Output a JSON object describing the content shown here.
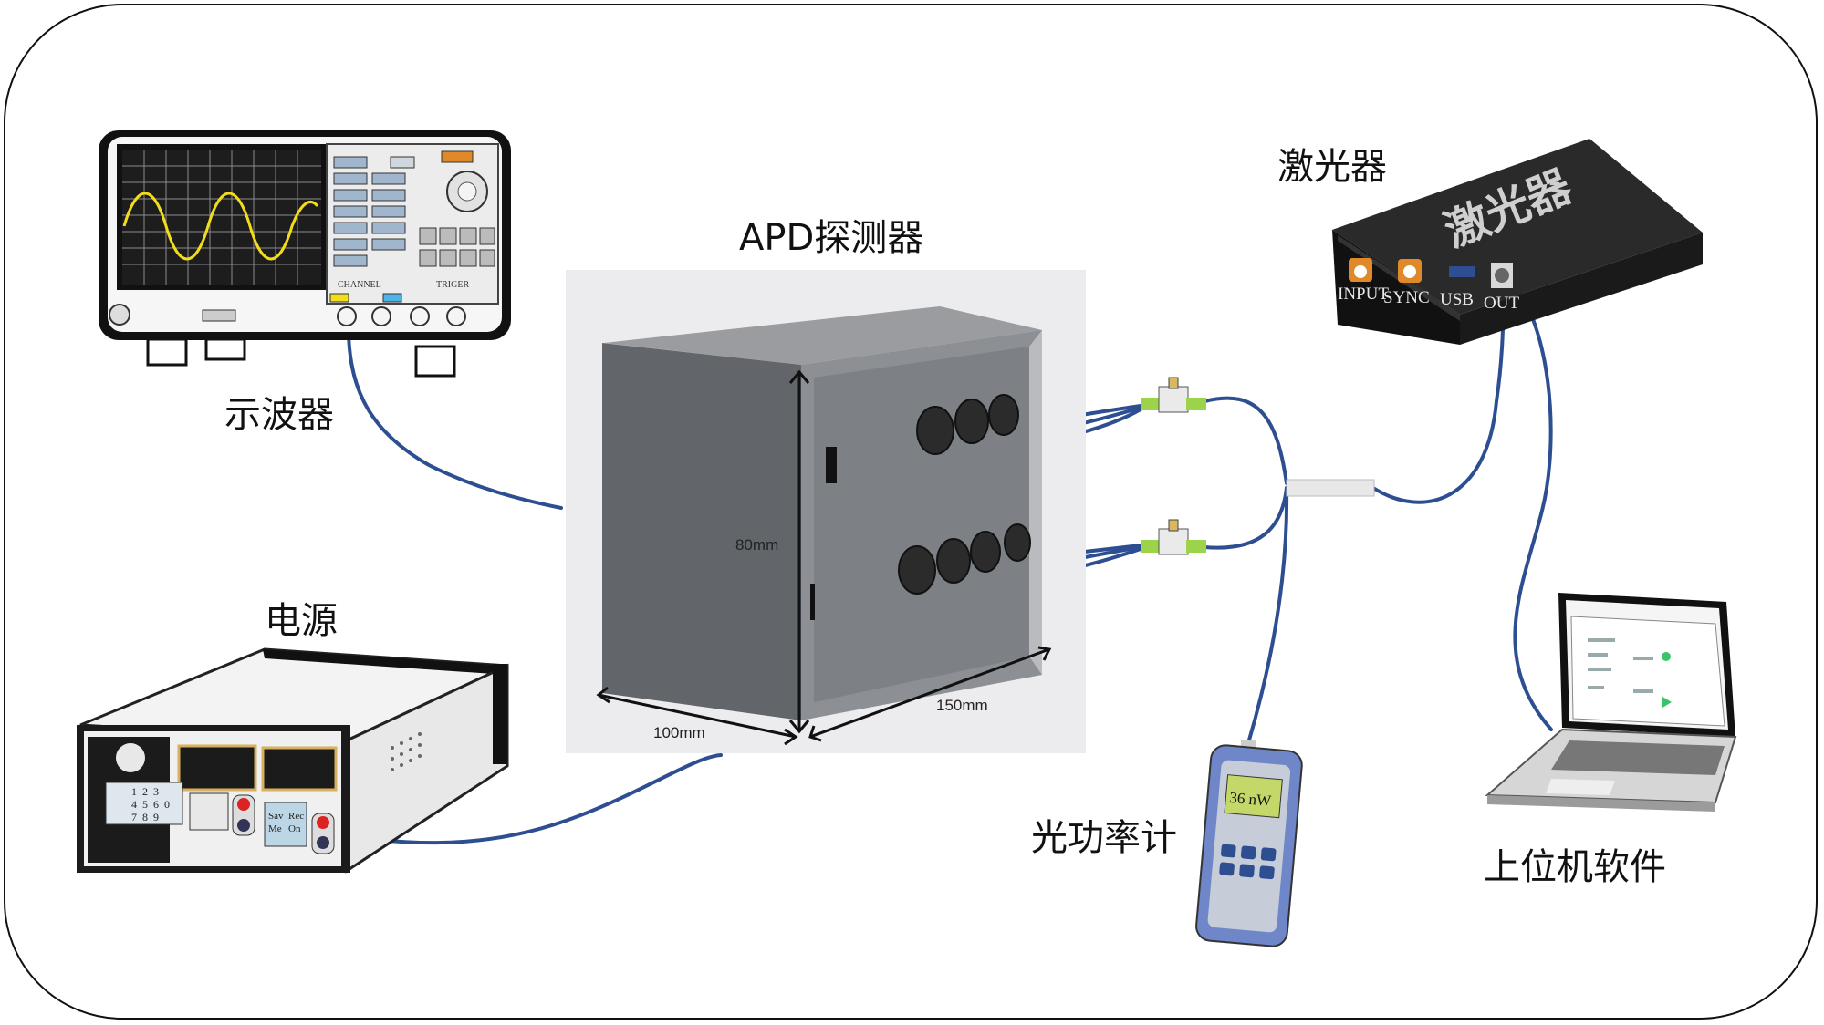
{
  "labels": {
    "oscilloscope": "示波器",
    "power_supply": "电源",
    "apd_detector": "APD探测器",
    "laser": "激光器",
    "power_meter": "光功率计",
    "host_software": "上位机软件"
  },
  "dimensions": {
    "height": "80mm",
    "depth": "100mm",
    "width": "150mm"
  },
  "oscilloscope_panel": {
    "channel": "CHANNEL",
    "trigger": "TRIGER"
  },
  "laser_panel": {
    "input": "INPUT",
    "sync": "SYNC",
    "usb": "USB",
    "out": "OUT",
    "top_text": "激光器"
  },
  "power_meter_display": "36 nW",
  "power_supply_keys": [
    "1",
    "2",
    "3",
    "4",
    "5",
    "6",
    "0",
    "7",
    "8",
    "9"
  ],
  "power_supply_soft": [
    "Sav",
    "Rec",
    "Me",
    "On"
  ],
  "colors": {
    "cable": "#2d4f91",
    "device_dark": "#1d1d1d",
    "box_gray": "#6b6e72",
    "meter_blue": "#6f86c9",
    "accent_orange": "#e0892a",
    "connector_green": "#9cd34a",
    "trace_yellow": "#f2dd1a"
  }
}
